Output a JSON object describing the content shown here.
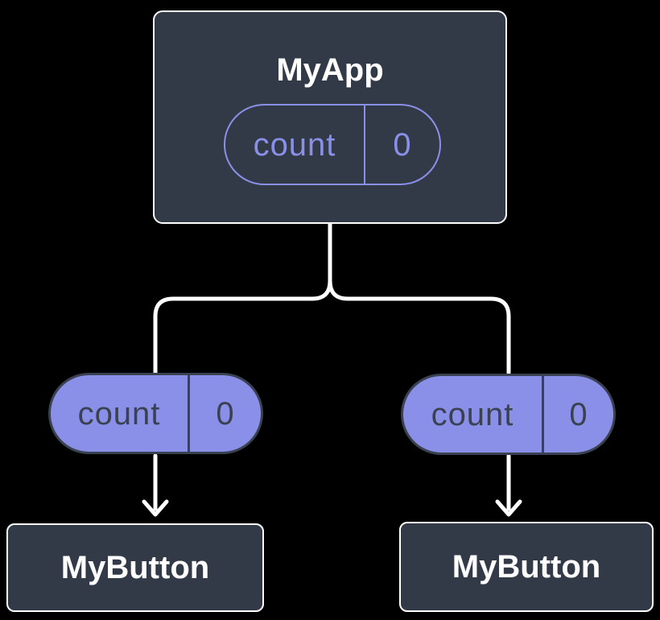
{
  "colors": {
    "background": "#000000",
    "surface": "#333a47",
    "surface_border": "#ffffff",
    "accent_purple": "#8a90e8",
    "pill_dark": "#3a4150",
    "connector": "#ffffff",
    "title_text": "#ffffff"
  },
  "parent": {
    "title": "MyApp",
    "state_pill": {
      "label": "count",
      "value": "0"
    }
  },
  "prop_pills": [
    {
      "label": "count",
      "value": "0"
    },
    {
      "label": "count",
      "value": "0"
    }
  ],
  "children": [
    {
      "title": "MyButton"
    },
    {
      "title": "MyButton"
    }
  ]
}
